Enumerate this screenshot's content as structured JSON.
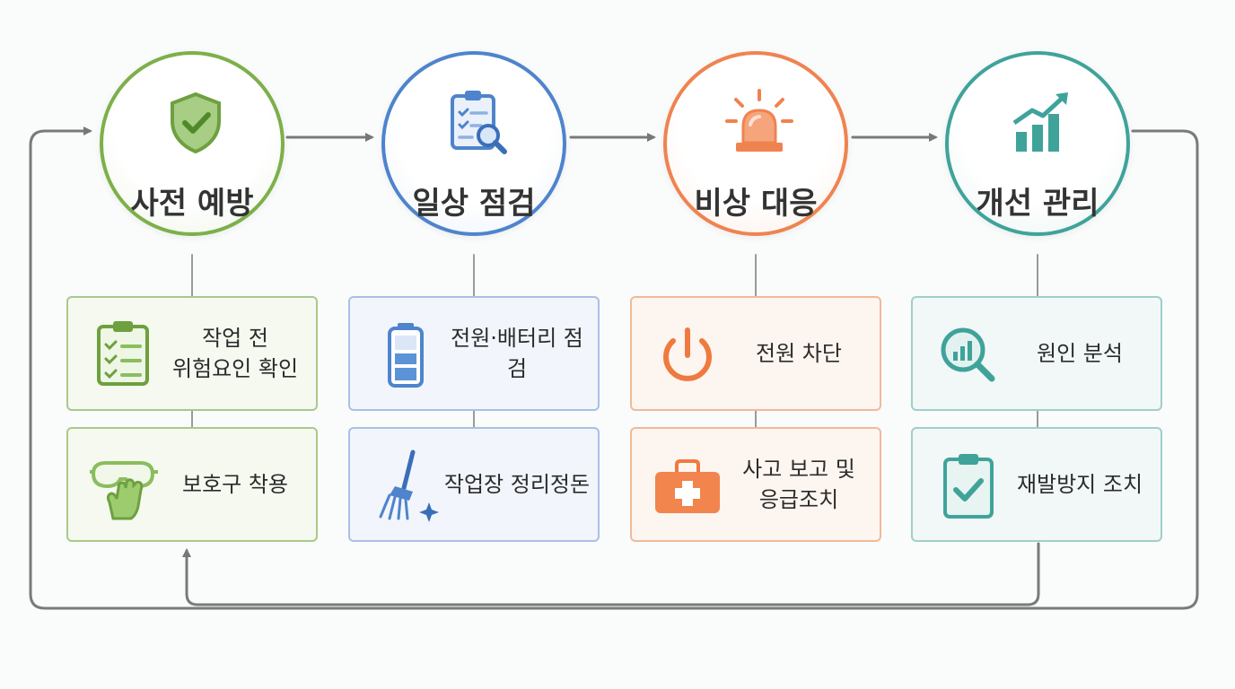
{
  "stages": [
    {
      "title": "사전 예방",
      "icon": "shield-check-icon",
      "color": "#7cb04a",
      "items": [
        {
          "lines": [
            "작업 전",
            "위험요인 확인"
          ],
          "icon": "clipboard-checklist-icon"
        },
        {
          "lines": [
            "보호구 착용"
          ],
          "icon": "goggles-gloves-icon"
        }
      ]
    },
    {
      "title": "일상 점검",
      "icon": "clipboard-magnifier-icon",
      "color": "#4e84cc",
      "items": [
        {
          "lines": [
            "전원·배터리 점검"
          ],
          "icon": "battery-icon"
        },
        {
          "lines": [
            "작업장 정리정돈"
          ],
          "icon": "broom-icon"
        }
      ]
    },
    {
      "title": "비상 대응",
      "icon": "siren-icon",
      "color": "#ef8350",
      "items": [
        {
          "lines": [
            "전원 차단"
          ],
          "icon": "power-icon"
        },
        {
          "lines": [
            "사고 보고 및",
            "응급조치"
          ],
          "icon": "first-aid-kit-icon"
        }
      ]
    },
    {
      "title": "개선 관리",
      "icon": "growth-chart-icon",
      "color": "#3fa39a",
      "items": [
        {
          "lines": [
            "원인 분석"
          ],
          "icon": "analysis-magnifier-icon"
        },
        {
          "lines": [
            "재발방지 조치"
          ],
          "icon": "clipboard-check-icon"
        }
      ]
    }
  ],
  "connector_color": "#7a7a7a"
}
